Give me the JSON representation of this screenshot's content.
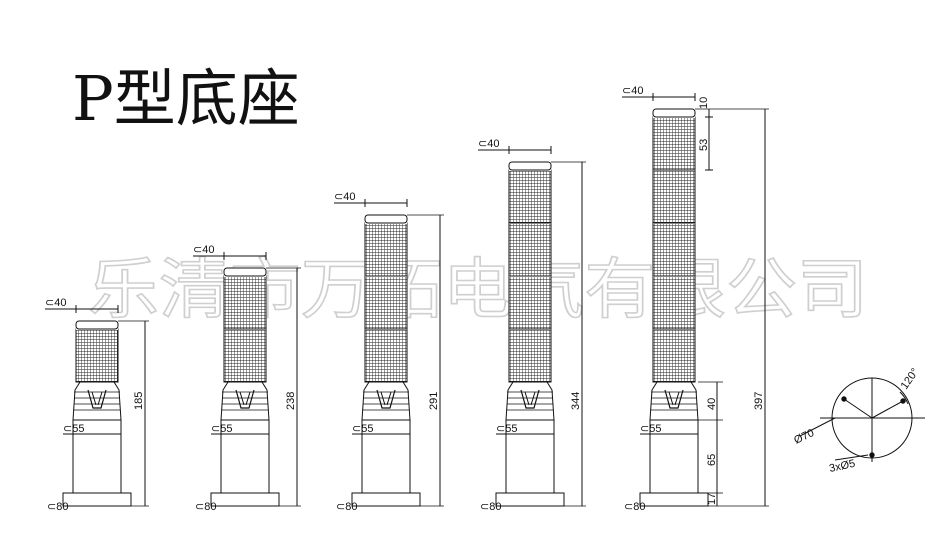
{
  "title": "P型底座",
  "watermark": "乐清市万拓电气有限公司",
  "towers": [
    {
      "top_dia": "⊂40",
      "mid_dia": "⊂55",
      "base_dia": "⊂80",
      "height": "185",
      "tiers": 1
    },
    {
      "top_dia": "⊂40",
      "mid_dia": "⊂55",
      "base_dia": "⊂80",
      "height": "238",
      "tiers": 2
    },
    {
      "top_dia": "⊂40",
      "mid_dia": "⊂55",
      "base_dia": "⊂80",
      "height": "291",
      "tiers": 3
    },
    {
      "top_dia": "⊂40",
      "mid_dia": "⊂55",
      "base_dia": "⊂80",
      "height": "344",
      "tiers": 4
    },
    {
      "top_dia": "⊂40",
      "mid_dia": "⊂55",
      "base_dia": "⊂80",
      "height": "397",
      "tiers": 5
    }
  ],
  "tower5_dims": {
    "cap": "10",
    "module": "53",
    "collar": "40",
    "body": "65",
    "base": "17"
  },
  "plan_view": {
    "angle": "120°",
    "circle_dia": "Ø70",
    "holes": "3xØ5"
  }
}
